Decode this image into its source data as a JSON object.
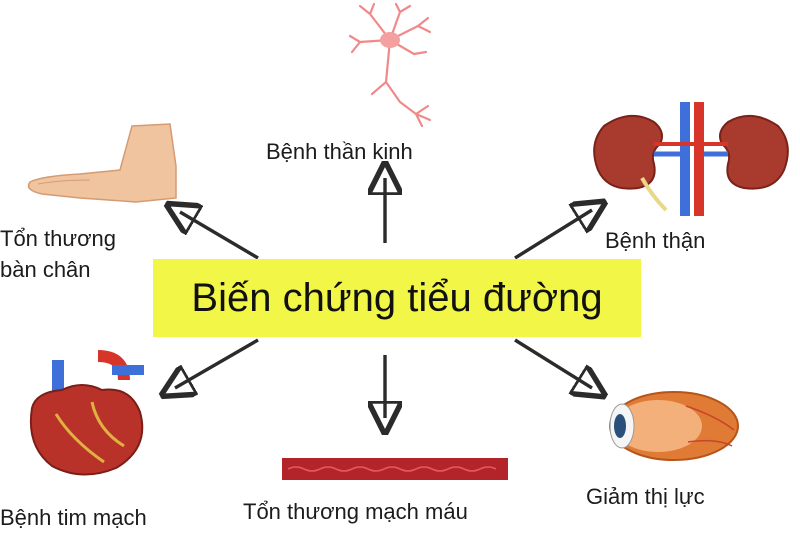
{
  "center_title": "Biến chứng tiểu đường",
  "labels": {
    "neuro": "Bệnh thần kinh",
    "foot_line1": "Tổn thương",
    "foot_line2": "bàn chân",
    "kidney": "Bệnh thận",
    "heart": "Bệnh tim mạch",
    "vessel": "Tổn thương mạch máu",
    "eye": "Giảm thị lực"
  },
  "colors": {
    "center_box": "#f2f646",
    "arrow": "#2b2b2b",
    "text": "#1c1c1c"
  },
  "icons": [
    "neuron-icon",
    "foot-icon",
    "kidney-icon",
    "heart-icon",
    "blood-vessel-icon",
    "eye-icon"
  ]
}
